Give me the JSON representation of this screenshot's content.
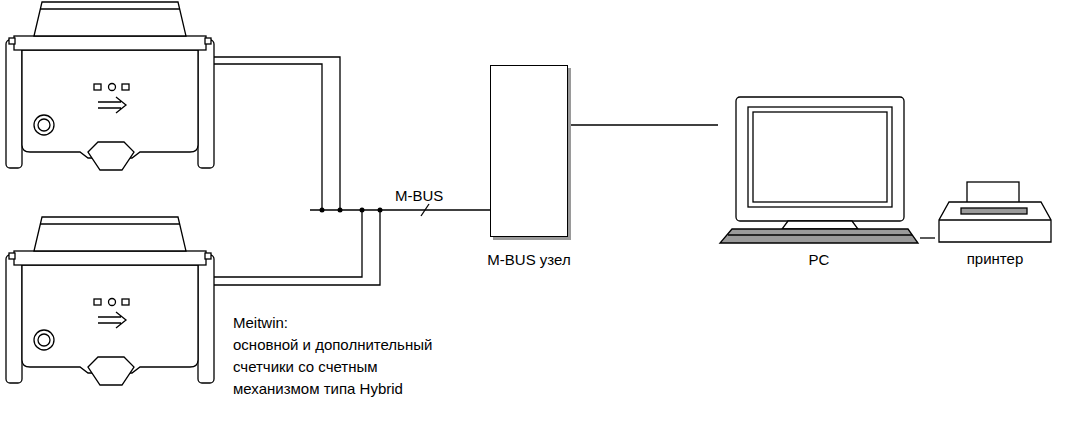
{
  "diagram": {
    "nodes": [
      {
        "text": [
          "M-BUS узел"
        ]
      },
      {
        "text": [
          "PC"
        ]
      },
      {
        "text": [
          "принтер"
        ]
      }
    ],
    "edges": [
      {
        "from": 0,
        "to": 1,
        "arrow": "none"
      },
      {
        "from": 1,
        "to": 2,
        "arrow": "none"
      }
    ],
    "labels": [
      "M-BUS",
      "Meitwin:",
      "основной и дополнительный счетчики со счетным механизмом типа Hybrid"
    ]
  }
}
